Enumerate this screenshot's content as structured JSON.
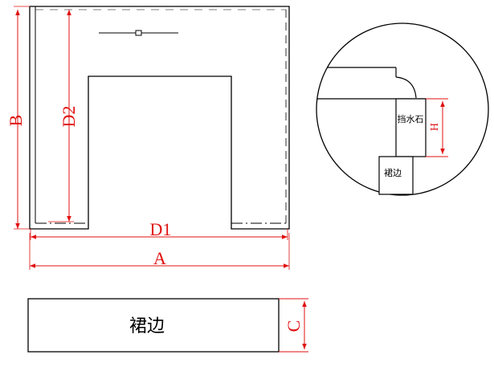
{
  "colors": {
    "outline": "#000000",
    "dimension": "#e01010",
    "background": "#ffffff"
  },
  "plan_view": {
    "dimensions": {
      "a": "A",
      "b": "B",
      "d1": "D1",
      "d2": "D2"
    }
  },
  "detail_view": {
    "labels": {
      "backsplash": "挡水石",
      "skirt": "裙边"
    },
    "dimensions": {
      "h": "H"
    }
  },
  "section_view": {
    "label": "裙边",
    "dimensions": {
      "c": "C"
    }
  }
}
